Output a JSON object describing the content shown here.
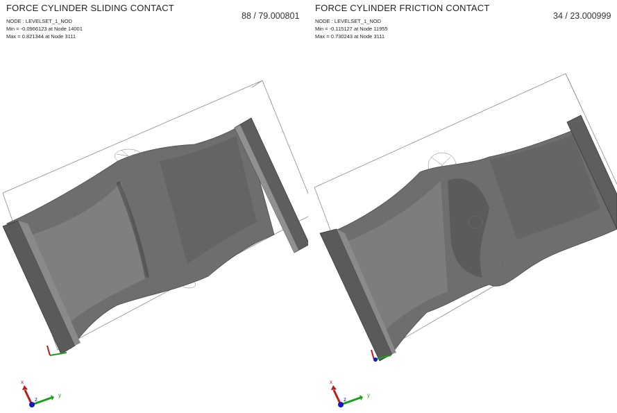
{
  "viewports": [
    {
      "title": "FORCE CYLINDER SLIDING CONTACT",
      "node_line": "NODE : LEVELSET_1_NOD",
      "min_line": "Min = -0.0966123  at  Node  14001",
      "max_line": "Max = 0.821344  at  Node  3111",
      "counter": "88 / 79.000801"
    },
    {
      "title": "FORCE CYLINDER FRICTION CONTACT",
      "node_line": "NODE : LEVELSET_1_NOD",
      "min_line": "Min = -0.115127  at  Node  11955",
      "max_line": "Max = 0.730243  at  Node  3111",
      "counter": "34 / 23.000999"
    }
  ],
  "triad": {
    "x": "x",
    "y": "y",
    "z": "z"
  },
  "colors": {
    "x_axis": "#c01818",
    "y_axis": "#18a018",
    "z_axis": "#1818c0",
    "mesh": "#6b6b6b",
    "background": "#ffffff"
  }
}
